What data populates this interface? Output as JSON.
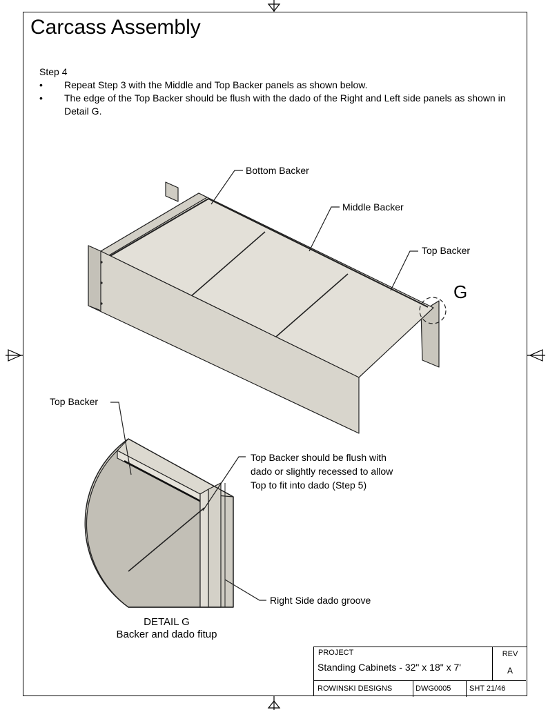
{
  "page": {
    "title": "Carcass Assembly",
    "step": "Step 4",
    "bullets": [
      "Repeat Step 3 with the Middle and Top Backer panels as shown below.",
      "The edge of the Top Backer should be flush with the dado of the Right and Left side panels as shown in Detail G."
    ],
    "bullet_marker": "•"
  },
  "figure_main": {
    "labels": {
      "bottom_backer": "Bottom Backer",
      "middle_backer": "Middle Backer",
      "top_backer": "Top Backer",
      "detail_callout": "G"
    }
  },
  "figure_detail": {
    "labels": {
      "top_backer": "Top Backer",
      "note_line1": "Top Backer should be flush with",
      "note_line2": "dado or slightly recessed to allow",
      "note_line3": "Top to fit into dado (Step 5)",
      "dado": "Right Side dado groove"
    },
    "caption_line1": "DETAIL G",
    "caption_line2": "Backer and dado fitup"
  },
  "title_block": {
    "project_label": "PROJECT",
    "project": "Standing Cabinets - 32\" x 18\" x 7'",
    "rev_label": "REV",
    "rev": "A",
    "company": "ROWINSKI DESIGNS",
    "drawing_no": "DWG0005",
    "sheet_label": "SHT",
    "sheet": "21/46"
  }
}
